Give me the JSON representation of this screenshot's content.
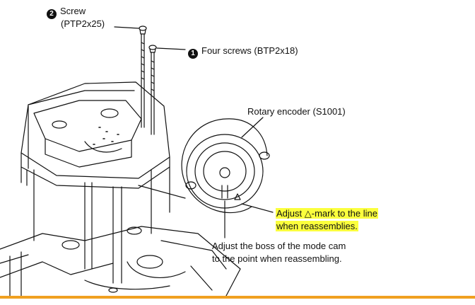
{
  "callouts": {
    "screw": {
      "number": "2",
      "line1": "Screw",
      "line2": "(PTP2x25)"
    },
    "four_screws": {
      "number": "1",
      "text": "Four screws (BTP2x18)"
    },
    "encoder": {
      "text": "Rotary encoder (S1001)"
    },
    "adjust_mark": {
      "line1": "Adjust △-mark to the line",
      "line2": "when reassemblies."
    },
    "adjust_boss": {
      "line1": "Adjust the boss of the mode cam",
      "line2": "to the point when reassembling."
    }
  },
  "colors": {
    "highlight": "#fbff3d",
    "rule": "#f0a020",
    "ink": "#111111"
  }
}
